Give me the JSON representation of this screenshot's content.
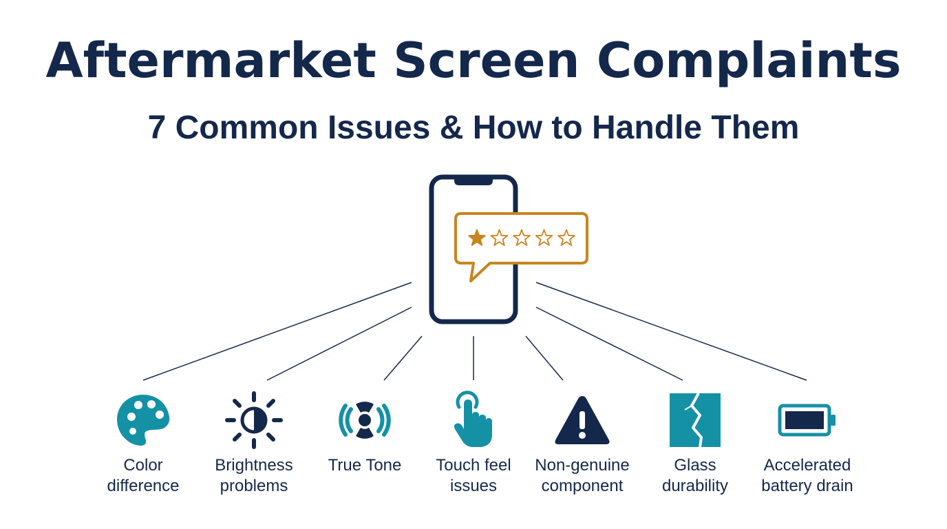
{
  "header": {
    "title": "Aftermarket Screen Complaints",
    "subtitle": "7 Common Issues & How to Handle Them"
  },
  "rating": {
    "filled_stars": 1,
    "total_stars": 5
  },
  "colors": {
    "navy": "#14284b",
    "teal": "#1591a6",
    "gold": "#c8851d"
  },
  "issues": [
    {
      "label_line1": "Color",
      "label_line2": "difference",
      "icon": "palette-icon"
    },
    {
      "label_line1": "Brightness",
      "label_line2": "problems",
      "icon": "brightness-icon"
    },
    {
      "label_line1": "True Tone",
      "label_line2": "",
      "icon": "true-tone-icon"
    },
    {
      "label_line1": "Touch feel",
      "label_line2": "issues",
      "icon": "touch-icon"
    },
    {
      "label_line1": "Non-genuine",
      "label_line2": "component",
      "icon": "warning-icon"
    },
    {
      "label_line1": "Glass",
      "label_line2": "durability",
      "icon": "cracked-glass-icon"
    },
    {
      "label_line1": "Accelerated",
      "label_line2": "battery drain",
      "icon": "battery-icon"
    }
  ]
}
